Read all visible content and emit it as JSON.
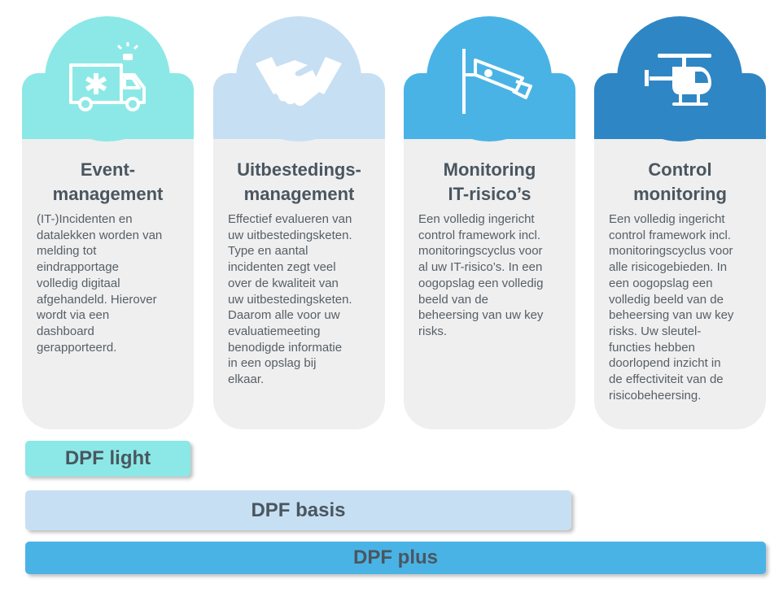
{
  "cards": [
    {
      "title": "Event-\nmanagement",
      "body": "(IT-)Incidenten en\ndatalekken worden van\nmelding tot\neindrapportage\nvolledig digitaal\nafgehandeld. Hierover\nwordt via een\ndashboard\ngerapporteerd.",
      "icon": "ambulance-icon",
      "color": "#8ce8e6",
      "ring": "#8ce8e6"
    },
    {
      "title": "Uitbestedings-\nmanagement",
      "body": "Effectief evalueren van\nuw uitbestedingsketen.\nType en aantal\nincidenten zegt veel\nover de kwaliteit van\nuw uitbestedingsketen.\nDaarom alle voor uw\nevaluatiemeeting\nbenodigde informatie\nin een opslag bij\nelkaar.",
      "icon": "handshake-icon",
      "color": "#c7dff3",
      "ring": "#c7dff3"
    },
    {
      "title": "Monitoring\nIT-risico’s",
      "body": "Een volledig ingericht\ncontrol framework incl.\nmonitoringscyclus voor\nal uw IT-risico’s. In een\noogopslag een volledig\nbeeld van de\nbeheersing van uw key\nrisks.",
      "icon": "security-camera-icon",
      "color": "#4ab3e6",
      "ring": "#4ab3e6"
    },
    {
      "title": "Control\nmonitoring",
      "body": "Een volledig ingericht\ncontrol framework incl.\nmonitoringscyclus voor\nalle risicogebieden. In\neen oogopslag een\nvolledig beeld van de\nbeheersing van uw key\nrisks. Uw sleutel-\nfuncties hebben\ndoorlopend inzicht in\nde effectiviteit van de\nrisicobeheersing.",
      "icon": "helicopter-icon",
      "color": "#2f86c4",
      "ring": "#2f86c4"
    }
  ],
  "bars": [
    {
      "label": "DPF light",
      "color": "#8ce8e6"
    },
    {
      "label": "DPF basis",
      "color": "#c7dff3"
    },
    {
      "label": "DPF plus",
      "color": "#4ab3e6"
    }
  ]
}
